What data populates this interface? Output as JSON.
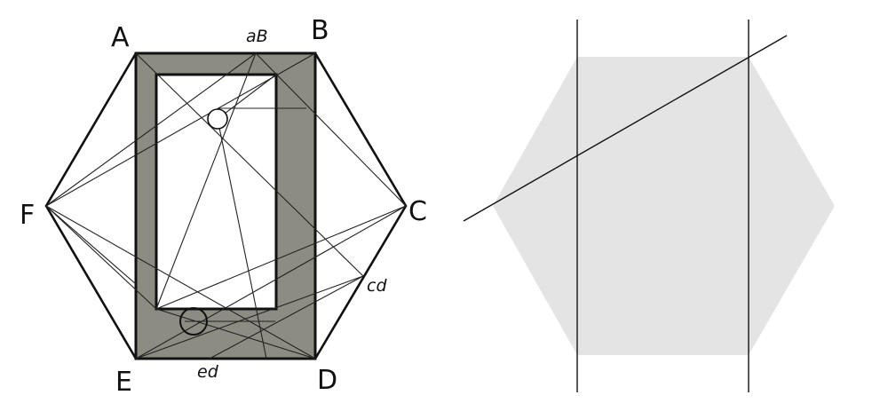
{
  "left_figure": {
    "vertex_labels": [
      "A",
      "B",
      "C",
      "D",
      "E",
      "F"
    ],
    "point_labels": [
      "aB",
      "cd",
      "ed"
    ],
    "colors": {
      "frame_fill": "#8c8c82",
      "line": "#111111",
      "paper": "#ffffff"
    }
  },
  "right_figure": {
    "colors": {
      "hexagon_fill": "#e4e4e4",
      "line": "#111111"
    }
  }
}
